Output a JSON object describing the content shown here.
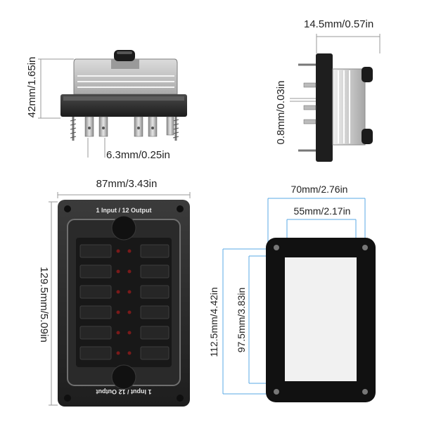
{
  "dimensions": {
    "height": "42mm/1.65in",
    "terminal_spacing": "6.3mm/0.25in",
    "depth": "14.5mm/0.57in",
    "gasket": "0.8mm/0.03in",
    "width": "87mm/3.43in",
    "length": "129.5mm/5.09in",
    "gasket_width": "70mm/2.76in",
    "hole_spacing_width": "55mm/2.17in",
    "gasket_height": "112.5mm/4.42in",
    "hole_spacing_height": "97.5mm/3.83in"
  },
  "lid": {
    "label_top": "1 Input / 12 Output",
    "label_bottom": "1 Input / 12 Output"
  },
  "colors": {
    "dimension_line": "#5aa9e6",
    "body": "#2b2b2b",
    "lid": "#c9c9c9",
    "gasket": "#111111",
    "fuse_led": "#7a1a1a"
  }
}
